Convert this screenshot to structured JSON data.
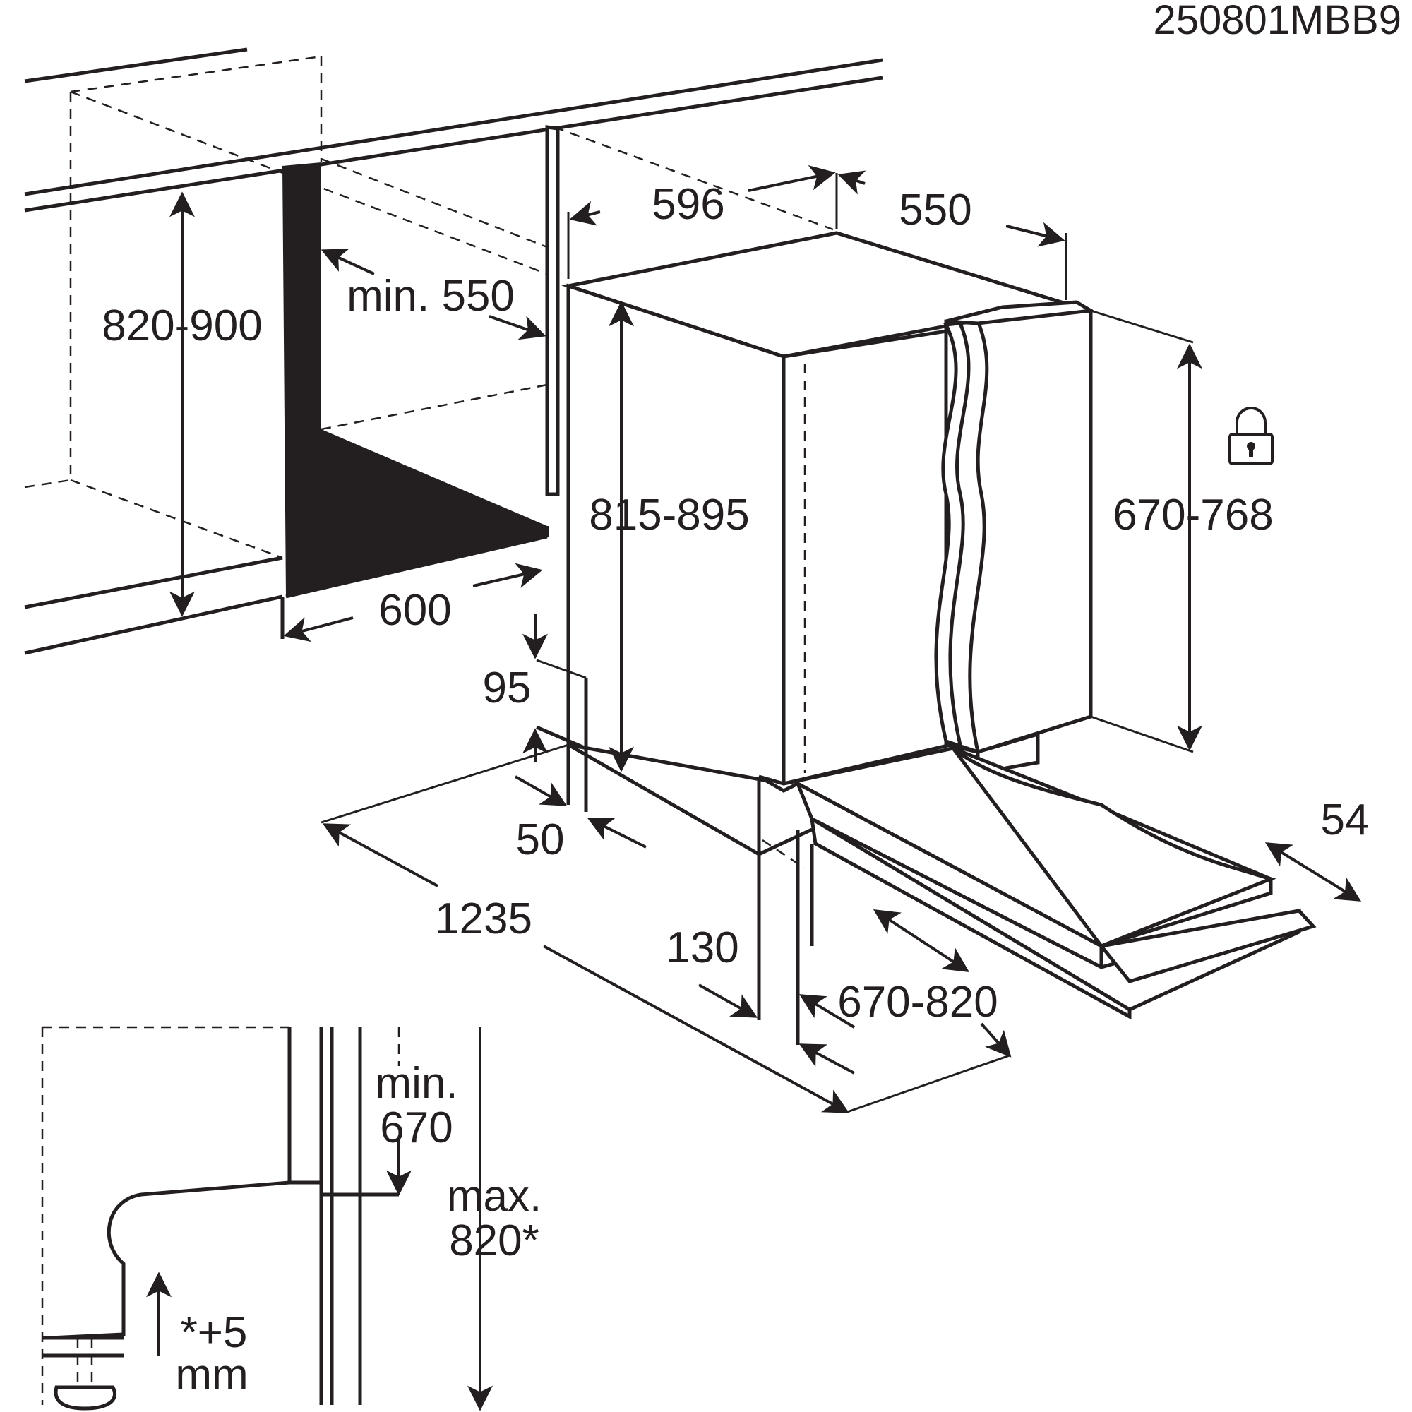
{
  "diagram": {
    "code": "250801MBB9",
    "labels": {
      "niche_height": "820-900",
      "niche_depth": "min. 550",
      "niche_width": "600",
      "appliance_width": "596",
      "appliance_depth": "550",
      "appliance_height": "815-895",
      "door_height": "670-768",
      "plinth_95": "95",
      "plinth_50": "50",
      "total_depth": "1235",
      "door_130": "130",
      "door_open": "670-820",
      "shift_54": "54",
      "side_min_line1": "min.",
      "side_min_line2": "670",
      "side_max_line1": "max.",
      "side_max_line2": "820*",
      "foot_line1": "*+5",
      "foot_line2": "mm"
    },
    "icons": [
      "lock-icon",
      "arrow-icon"
    ],
    "color": "#231f20"
  }
}
